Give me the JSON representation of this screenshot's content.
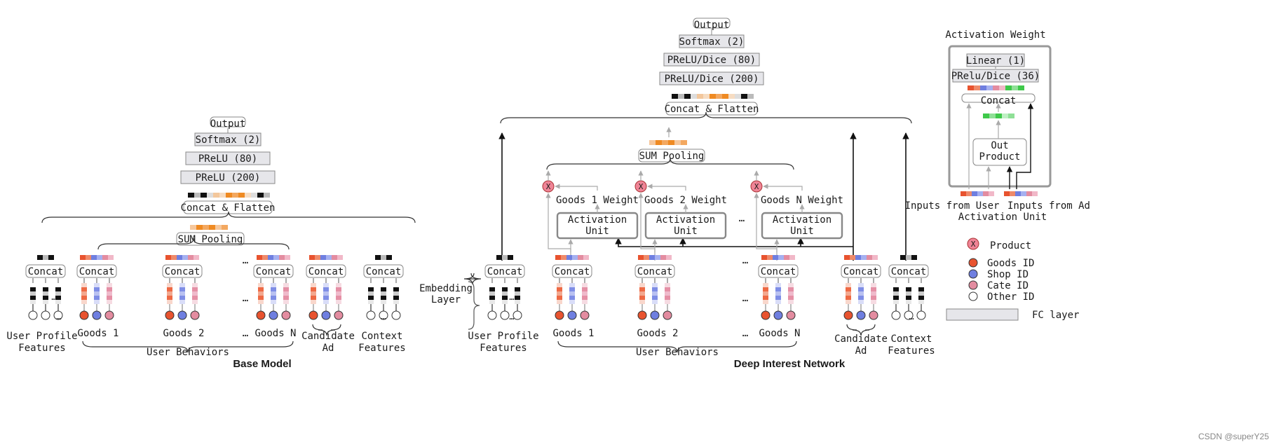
{
  "base_model": {
    "title": "Base Model",
    "output": "Output",
    "softmax": "Softmax (2)",
    "prelu80": "PReLU (80)",
    "prelu200": "PReLU (200)",
    "concat_flatten": "Concat & Flatten",
    "sum_pooling": "SUM Pooling",
    "concat": "Concat",
    "ellipsis": "…",
    "user_profile": [
      "User Profile",
      "Features"
    ],
    "goods_1": "Goods 1",
    "goods_2": "Goods 2",
    "goods_n": "Goods N",
    "user_behaviors": "User Behaviors",
    "candidate_ad": [
      "Candidate",
      "Ad"
    ],
    "context": [
      "Context",
      "Features"
    ]
  },
  "din": {
    "title": "Deep Interest Network",
    "output": "Output",
    "softmax": "Softmax (2)",
    "prelu_dice80": "PReLU/Dice (80)",
    "prelu_dice200": "PReLU/Dice (200)",
    "concat_flatten": "Concat & Flatten",
    "sum_pooling": "SUM Pooling",
    "activation_unit": [
      "Activation",
      "Unit"
    ],
    "goods_1_weight": "Goods 1 Weight",
    "goods_2_weight": "Goods 2 Weight",
    "goods_n_weight": "Goods N Weight",
    "product_symbol": "X",
    "embedding_layer": [
      "Embedding",
      "Layer"
    ],
    "concat": "Concat",
    "ellipsis": "…",
    "user_profile": [
      "User Profile",
      "Features"
    ],
    "goods_1": "Goods 1",
    "goods_2": "Goods 2",
    "goods_n": "Goods N",
    "user_behaviors": "User Behaviors",
    "candidate_ad": [
      "Candidate",
      "Ad"
    ],
    "context": [
      "Context",
      "Features"
    ]
  },
  "activation_panel": {
    "title": "Activation Weight",
    "linear": "Linear (1)",
    "prelu_dice36": "PRelu/Dice (36)",
    "concat": "Concat",
    "out_product": [
      "Out",
      "Product"
    ],
    "inputs_user": "Inputs from User",
    "inputs_ad": "Inputs from Ad",
    "caption": "Activation Unit"
  },
  "legend": {
    "product_symbol": "X",
    "product": "Product",
    "goods_id": "Goods ID",
    "shop_id": "Shop ID",
    "cate_id": "Cate ID",
    "other_id": "Other ID",
    "fc_layer": "FC layer"
  },
  "watermark": "CSDN @superY25",
  "colors": {
    "goods": "#e8532f",
    "shop": "#6f7fe0",
    "cate": "#e38ca0",
    "other": "#ffffff",
    "fc_fill": "#e6e6ea",
    "product_node": "#ef8496",
    "orange": "#ef8a22",
    "green": "#3fc94a"
  }
}
